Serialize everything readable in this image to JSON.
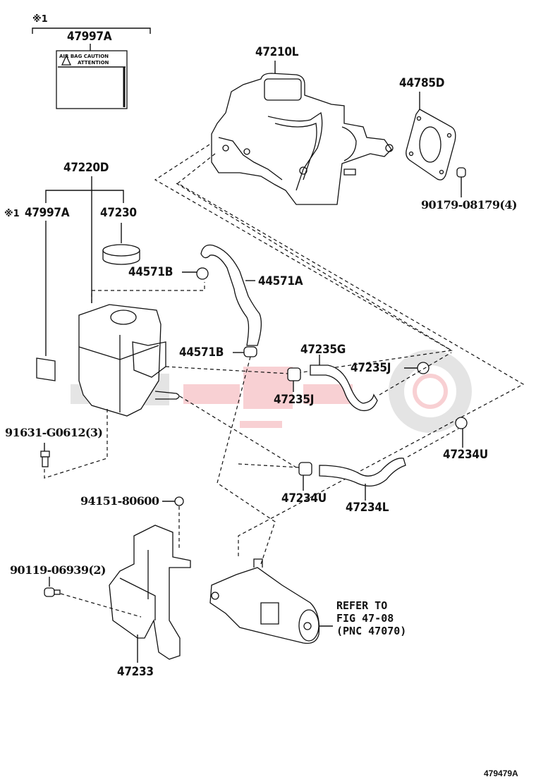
{
  "diagram": {
    "figure_id": "479479A",
    "note_marker": "※1",
    "watermark_colors": {
      "red": "#e0303c",
      "gray": "#8a8a8a"
    },
    "labels": {
      "p47997A_top": "47997A",
      "p47210L": "47210L",
      "p44785D": "44785D",
      "p90179": "90179-08179(4)",
      "p47220D": "47220D",
      "p47997A_left": "47997A",
      "p47230": "47230",
      "p44571B_top": "44571B",
      "p44571A": "44571A",
      "p44571B_bottom": "44571B",
      "p47235G": "47235G",
      "p47235J_right": "47235J",
      "p47235J_left": "47235J",
      "p91631": "91631-G0612(3)",
      "p47234U_right": "47234U",
      "p47234U_left": "47234U",
      "p47234L": "47234L",
      "p94151": "94151-80600",
      "p90119": "90119-06939(2)",
      "p47233": "47233"
    },
    "refer_note": {
      "line1": "REFER TO",
      "line2": "FIG 47-08",
      "line3": "(PNC 47070)"
    },
    "caution_label": {
      "line1": "AIR BAG CAUTION",
      "line2": "ATTENTION"
    }
  }
}
